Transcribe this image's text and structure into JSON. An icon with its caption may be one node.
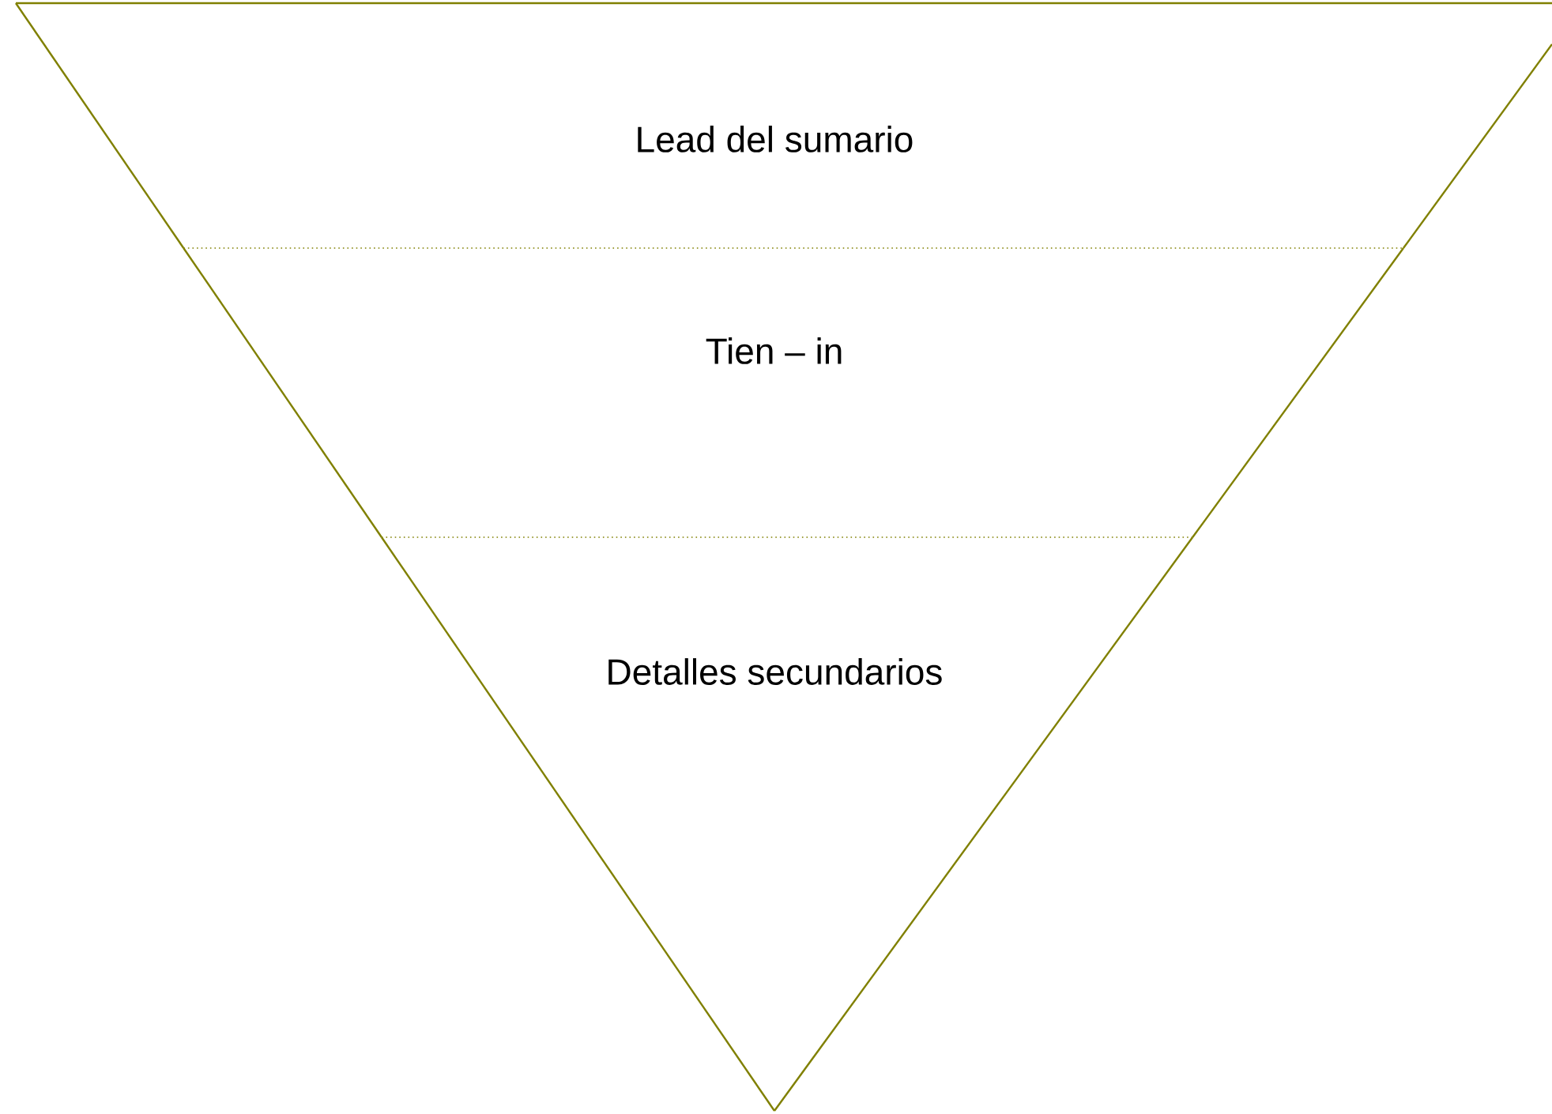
{
  "diagram": {
    "nodes": [
      {
        "text": [
          "Lead del sumario"
        ]
      },
      {
        "text": [
          "Tien – in"
        ]
      },
      {
        "text": [
          "Detalles secundarios"
        ]
      }
    ]
  }
}
